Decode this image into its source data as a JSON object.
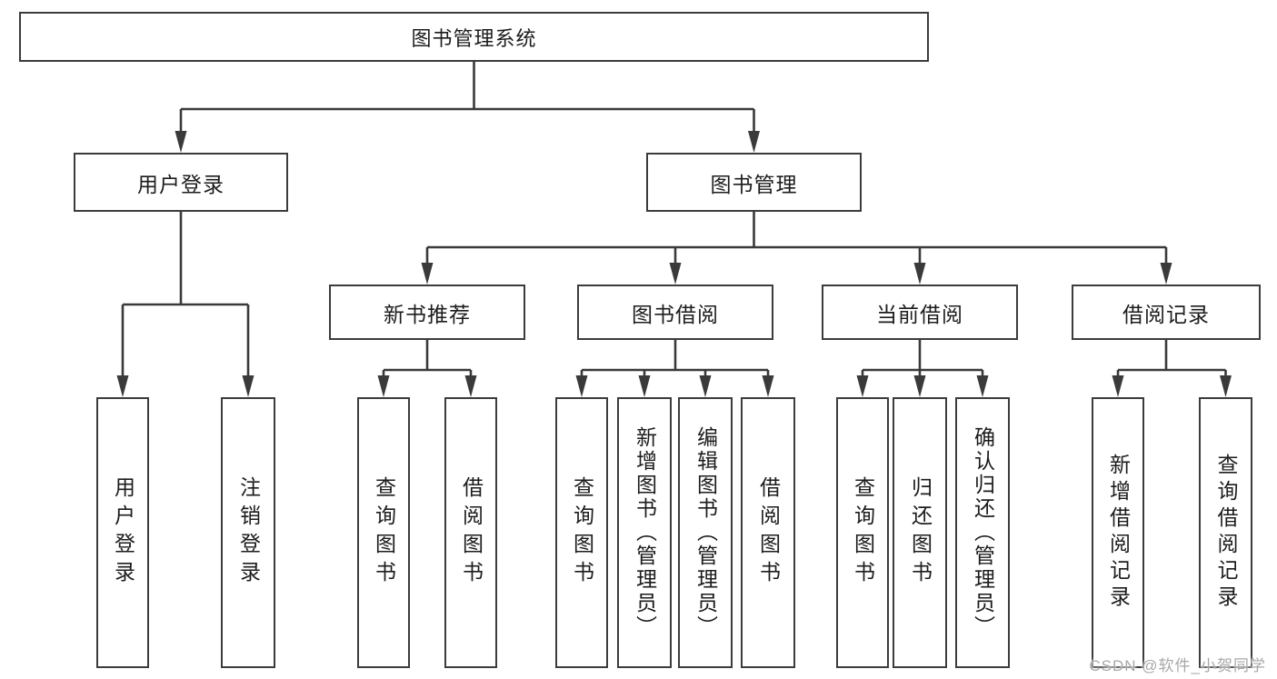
{
  "page": {
    "background": "#ffffff",
    "line_color": "#3a3a3a",
    "box_border_color": "#3c3c3c",
    "text_color": "#1c1c1c",
    "watermark_color": "#a8a8a8"
  },
  "watermark": "CSDN @软件_小贺同学",
  "tree": {
    "root": "图书管理系统",
    "user_login": {
      "label": "用户登录",
      "children": {
        "login": "用户登录",
        "logout": "注销登录"
      }
    },
    "book_mgmt": {
      "label": "图书管理",
      "new_book": {
        "label": "新书推荐",
        "children": {
          "query": "查询图书",
          "borrow": "借阅图书"
        }
      },
      "book_borrow": {
        "label": "图书借阅",
        "children": {
          "query": "查询图书",
          "add": "新增图书（管理员）",
          "edit": "编辑图书（管理员）",
          "borrow": "借阅图书"
        }
      },
      "current_borrow": {
        "label": "当前借阅",
        "children": {
          "query": "查询图书",
          "return": "归还图书",
          "confirm": "确认归还（管理员）"
        }
      },
      "borrow_record": {
        "label": "借阅记录",
        "children": {
          "add": "新增借阅记录",
          "query": "查询借阅记录"
        }
      }
    }
  }
}
